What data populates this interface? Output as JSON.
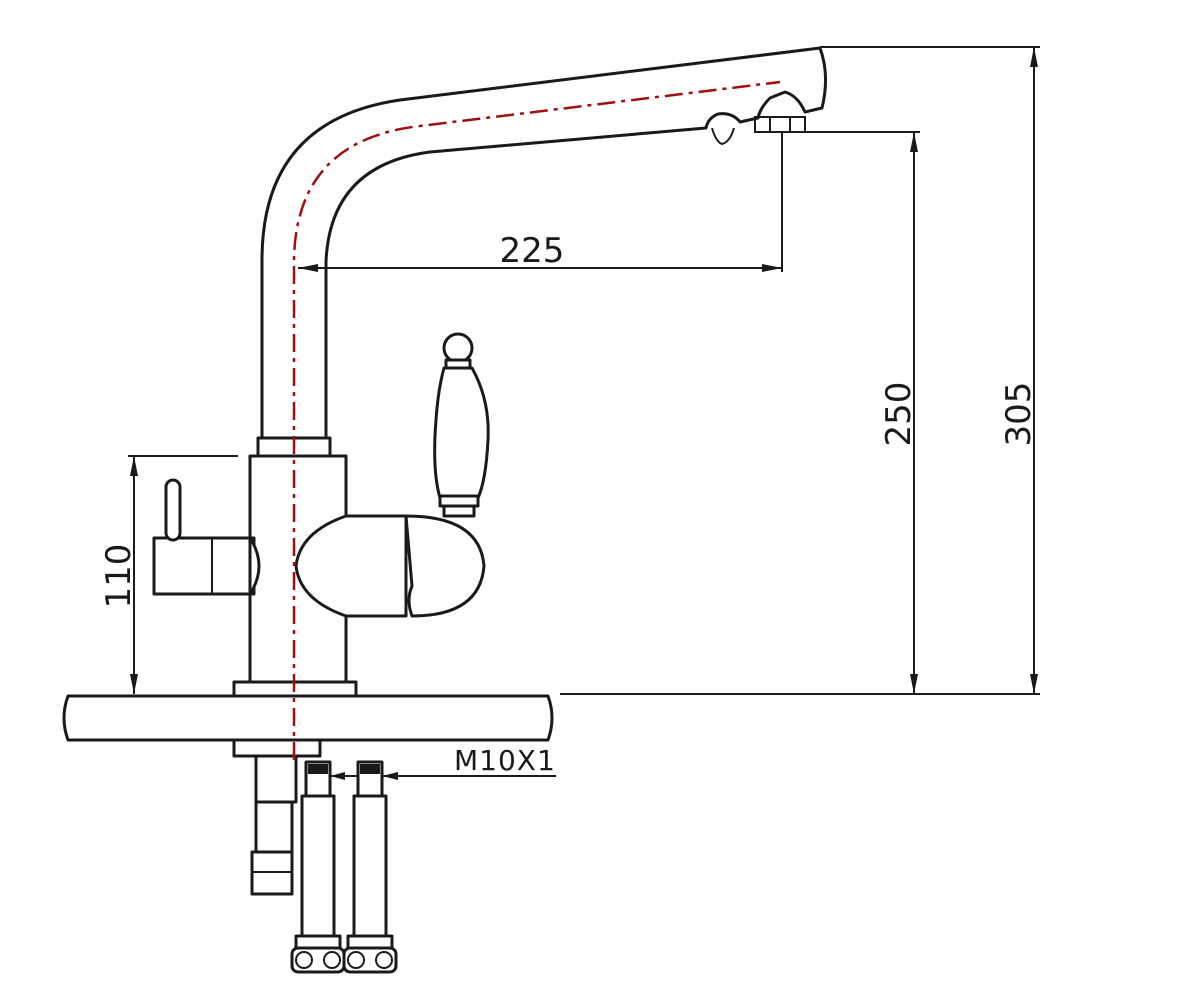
{
  "dimensions": {
    "spout_reach": "225",
    "outlet_height": "250",
    "total_height": "305",
    "handle_height": "110",
    "thread": "M10X1"
  },
  "colors": {
    "line": "#1a1a1a",
    "centerline": "#a01010",
    "background": "#ffffff"
  }
}
